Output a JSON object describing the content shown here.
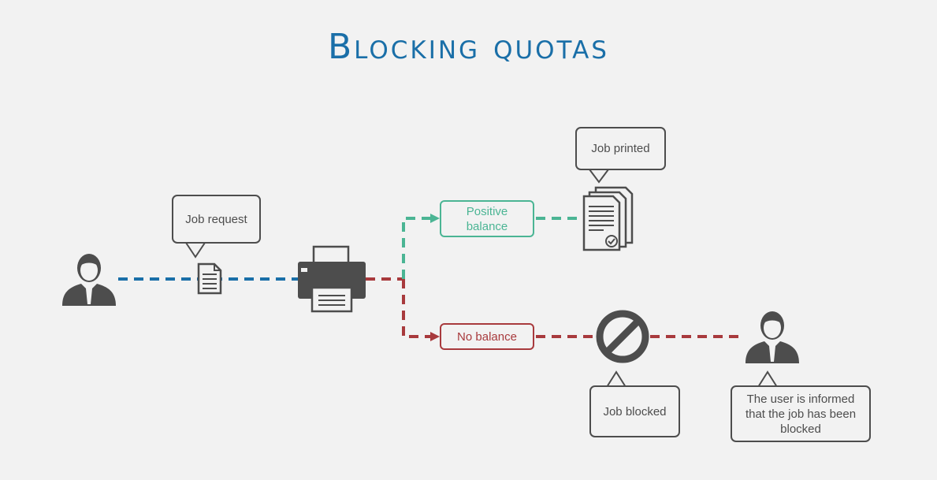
{
  "title": "Blocking quotas",
  "labels": {
    "job_request": "Job request",
    "positive_balance": "Positive balance",
    "no_balance": "No balance",
    "job_printed": "Job printed",
    "job_blocked": "Job blocked",
    "user_informed": "The user is informed that the job has been blocked"
  },
  "colors": {
    "title": "#1a6fa8",
    "request_line": "#1a6fa8",
    "positive_line": "#4bb594",
    "negative_line": "#a83a3d",
    "icon": "#4d4d4d",
    "background": "#f2f2f2"
  },
  "icons": [
    "user-icon",
    "document-icon",
    "printer-icon",
    "printed-documents-icon",
    "blocked-icon",
    "user-icon"
  ]
}
